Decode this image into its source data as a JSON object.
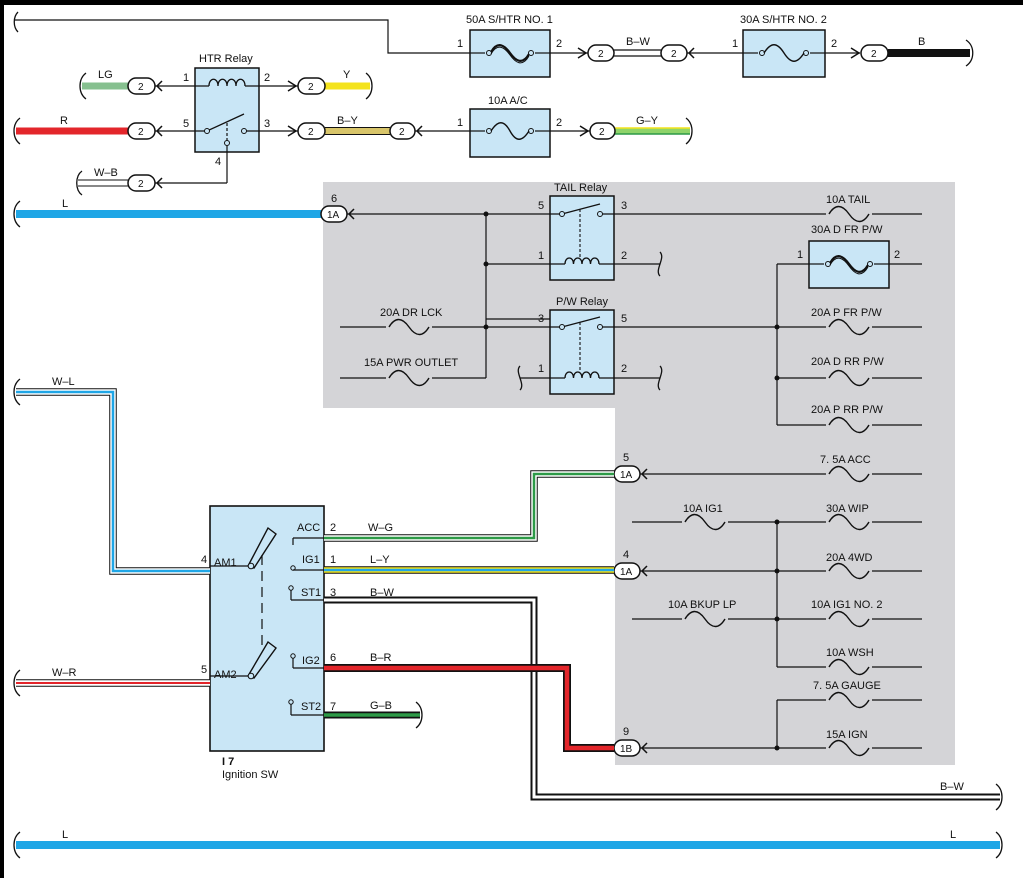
{
  "fuses": {
    "shtr1": "50A S/HTR NO. 1",
    "shtr2": "30A S/HTR NO. 2",
    "ac": "10A A/C",
    "tail": "10A TAIL",
    "dfrpw": "30A D FR P/W",
    "drlck": "20A DR LCK",
    "pwroutlet": "15A PWR OUTLET",
    "pfrpw": "20A P FR P/W",
    "drrpw": "20A D RR P/W",
    "prrpw": "20A P RR P/W",
    "acc": "7. 5A ACC",
    "ig1": "10A IG1",
    "wip": "30A WIP",
    "wd4": "20A 4WD",
    "bkuplp": "10A BKUP LP",
    "ig1no2": "10A IG1 NO. 2",
    "wsh": "10A WSH",
    "gauge": "7. 5A GAUGE",
    "ign": "15A IGN"
  },
  "relays": {
    "htr": "HTR Relay",
    "tail": "TAIL Relay",
    "pw": "P/W Relay"
  },
  "wires": {
    "lg": "LG",
    "y": "Y",
    "r": "R",
    "by": "B–Y",
    "gy": "G–Y",
    "wb": "W–B",
    "bw_top": "B–W",
    "b": "B",
    "l": "L",
    "wl": "W–L",
    "wr": "W–R",
    "wg": "W–G",
    "ly": "L–Y",
    "bw": "B–W",
    "br": "B–R",
    "gb": "G–B",
    "bw_bottom": "B–W",
    "l_bottom_left": "L",
    "l_bottom_right": "L"
  },
  "connectors": {
    "c2": "2",
    "c1a": "1A",
    "c1b": "1B"
  },
  "pins": {
    "p1": "1",
    "p2": "2",
    "p3": "3",
    "p4": "4",
    "p5": "5",
    "p6": "6",
    "p7": "7",
    "p9": "9"
  },
  "ignition": {
    "id": "I 7",
    "name": "Ignition SW",
    "am1": "AM1",
    "am2": "AM2",
    "acc": "ACC",
    "ig1": "IG1",
    "st1": "ST1",
    "ig2": "IG2",
    "st2": "ST2"
  },
  "colors": {
    "background": "#000000",
    "page": "#ffffff",
    "panel": "#d4d4d7",
    "component": "#c9e6f6",
    "wire_L": "#1fa6e6",
    "wire_R": "#e3262b",
    "wire_LG": "#86c08f",
    "wire_Y": "#f4e31c",
    "wire_G": "#2d9a47",
    "wire_B": "#111111"
  }
}
